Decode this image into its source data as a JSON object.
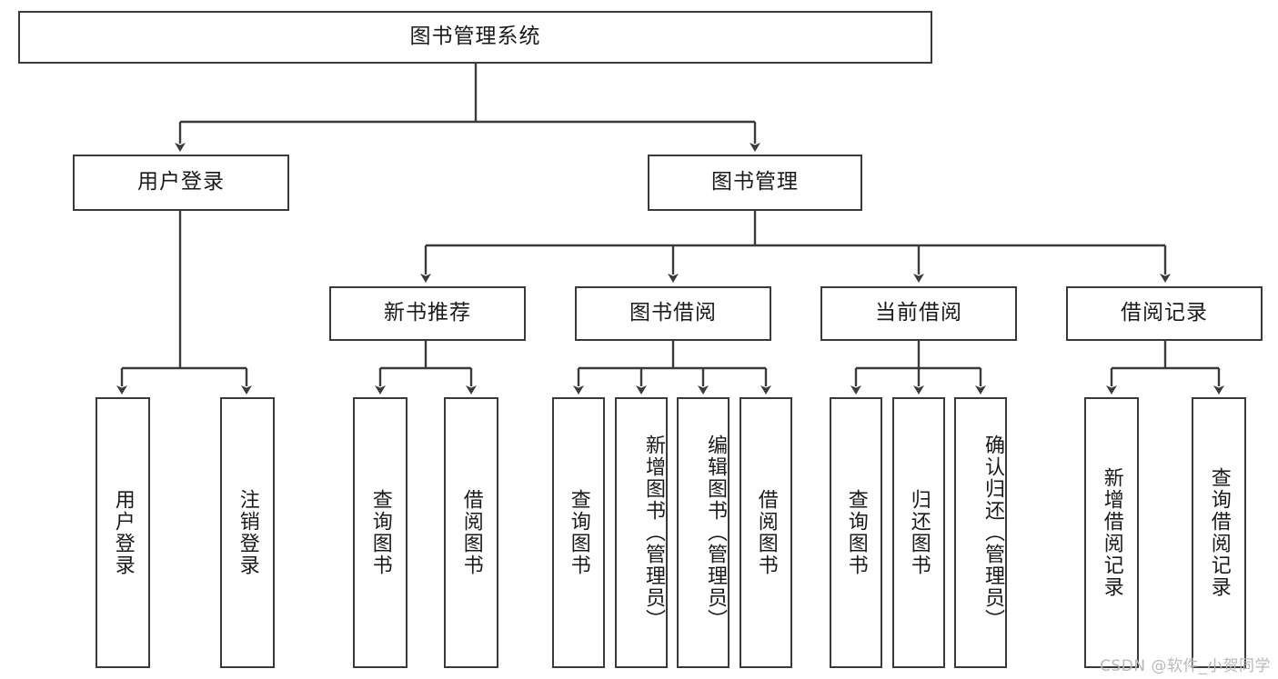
{
  "diagram": {
    "title_node": {
      "label": "图书管理系统"
    },
    "level2": [
      {
        "label": "用户登录"
      },
      {
        "label": "图书管理"
      }
    ],
    "level3": [
      {
        "label": "新书推荐"
      },
      {
        "label": "图书借阅"
      },
      {
        "label": "当前借阅"
      },
      {
        "label": "借阅记录"
      }
    ],
    "leaves": [
      {
        "label": "用户登录"
      },
      {
        "label": "注销登录"
      },
      {
        "label": "查询图书"
      },
      {
        "label": "借阅图书"
      },
      {
        "label": "查询图书"
      },
      {
        "label": "新增图书（管理员）"
      },
      {
        "label": "编辑图书（管理员）"
      },
      {
        "label": "借阅图书"
      },
      {
        "label": "查询图书"
      },
      {
        "label": "归还图书"
      },
      {
        "label": "确认归还（管理员）"
      },
      {
        "label": "新增借阅记录"
      },
      {
        "label": "查询借阅记录"
      }
    ],
    "watermark": "CSDN @软件_小贺同学",
    "colors": {
      "stroke": "#3a3a3a",
      "background": "#ffffff",
      "text": "#1a1a1a",
      "watermark": "#b9b9b9"
    }
  }
}
